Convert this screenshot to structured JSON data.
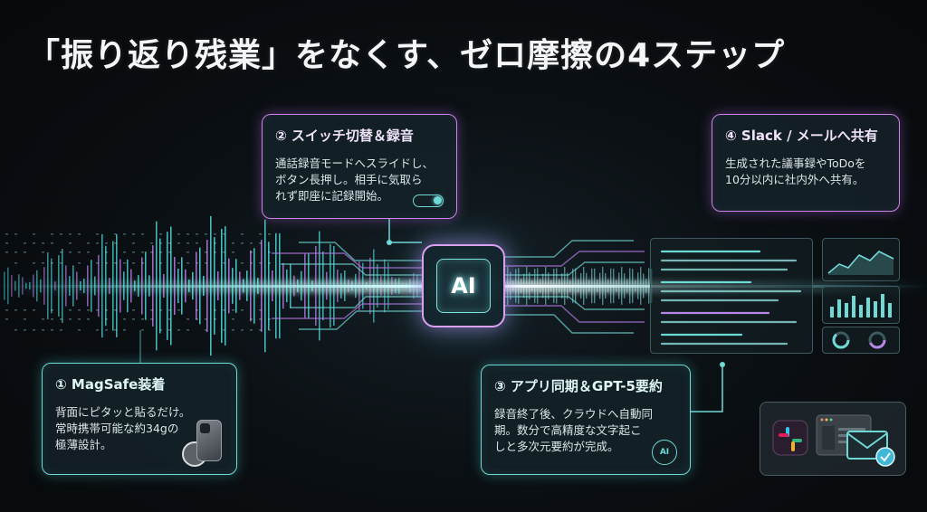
{
  "title": "「振り返り残業」をなくす、ゼロ摩擦の4ステップ",
  "steps": [
    {
      "heading": "① MagSafe装着",
      "text": "背面にピタッと貼るだけ。\n常時携帯可能な約34gの\n極薄設計。"
    },
    {
      "heading": "② スイッチ切替＆録音",
      "text": "通話録音モードへスライドし、\nボタン長押し。相手に気取ら\nれず即座に記録開始。"
    },
    {
      "heading": "③ アプリ同期＆GPT-5要約",
      "text": "録音終了後、クラウドへ自動同\n期。数分で高精度な文字起こ\nしと多次元要約が完成。"
    },
    {
      "heading": "④ Slack / メールへ共有",
      "text": "生成された議事録やToDoを\n10分以内に社内外へ共有。"
    }
  ],
  "chip_label": "AI",
  "badge_label": "AI",
  "colors": {
    "cyan": "#6fd9d6",
    "purple": "#c884e8",
    "background": "#0b1014"
  },
  "icons": [
    "toggle-switch-icon",
    "phone-icon",
    "magsafe-icon",
    "ai-badge-icon",
    "slack-icon",
    "app-window-icon",
    "mail-icon",
    "check-icon"
  ]
}
